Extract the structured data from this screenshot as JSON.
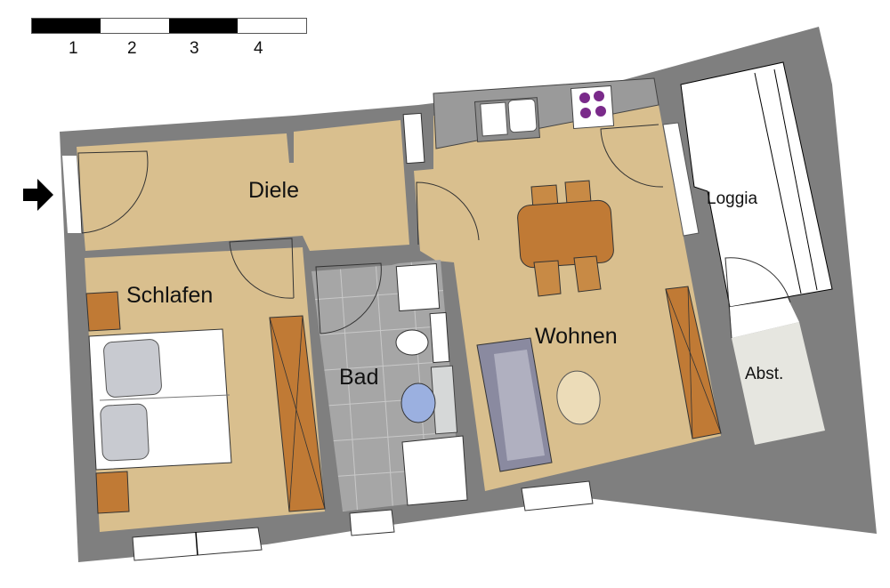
{
  "scale": {
    "labels": [
      "1",
      "2",
      "3",
      "4"
    ],
    "segments": [
      "dark",
      "light",
      "dark",
      "light"
    ]
  },
  "rooms": {
    "diele": "Diele",
    "schlafen": "Schlafen",
    "bad": "Bad",
    "wohnen": "Wohnen",
    "loggia": "Loggia",
    "abst": "Abst."
  },
  "entrance": {
    "icon": "entry-arrow-icon"
  },
  "colors": {
    "wall": "#7f7f7f",
    "floor_wood": "#d9bf8e",
    "floor_tile": "#a9a9a9",
    "furniture_wood": "#c07a35",
    "kitchen_counter": "#9a9a9a",
    "stove_burner": "#7a2a8a",
    "sofa": "#8888a0"
  }
}
